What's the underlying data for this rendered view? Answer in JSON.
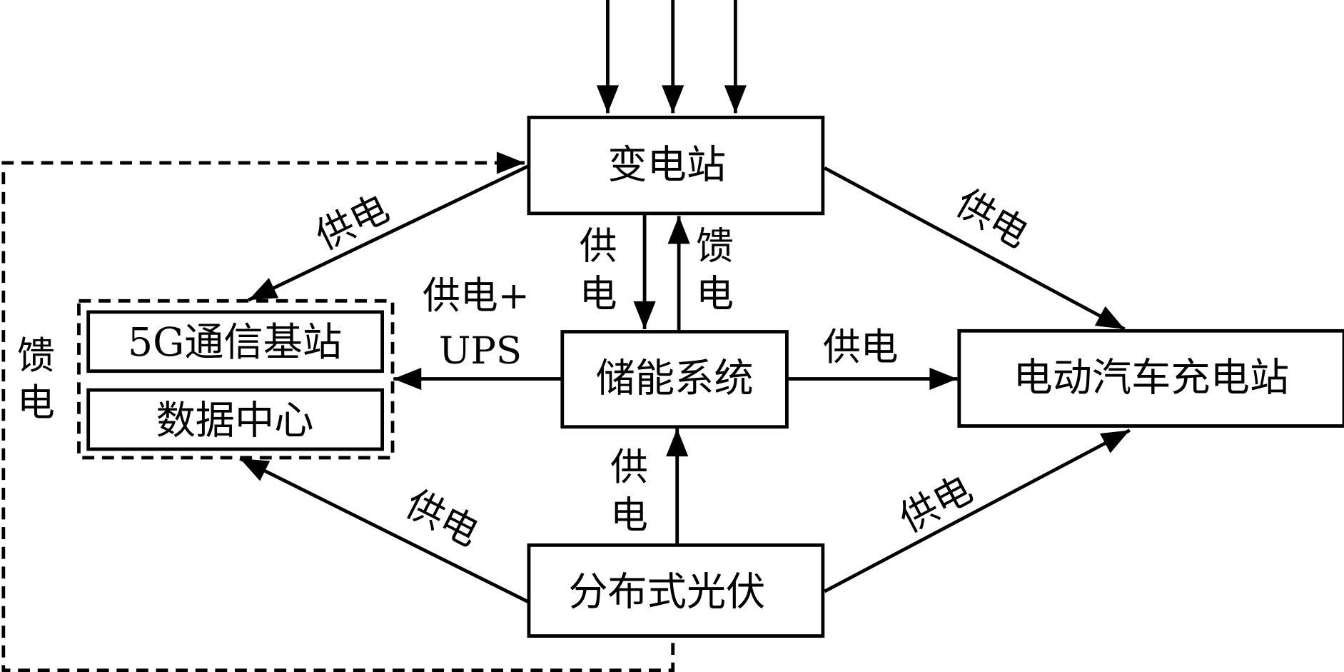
{
  "nodes": {
    "substation": "变电站",
    "storage": "储能系统",
    "ev_station": "电动汽车充电站",
    "pv": "分布式光伏",
    "base_station": "5G通信基站",
    "data_center": "数据中心"
  },
  "edges": {
    "sub_to_group": "供电",
    "sub_to_ev": "供电",
    "sub_to_storage_1": "供",
    "sub_to_storage_2": "电",
    "storage_to_sub_1": "馈",
    "storage_to_sub_2": "电",
    "storage_to_group_1": "供电+",
    "storage_to_group_2": "UPS",
    "storage_to_ev": "供电",
    "pv_to_storage_1": "供",
    "pv_to_storage_2": "电",
    "pv_to_group": "供电",
    "pv_to_ev": "供电",
    "feedback_1": "馈",
    "feedback_2": "电"
  }
}
